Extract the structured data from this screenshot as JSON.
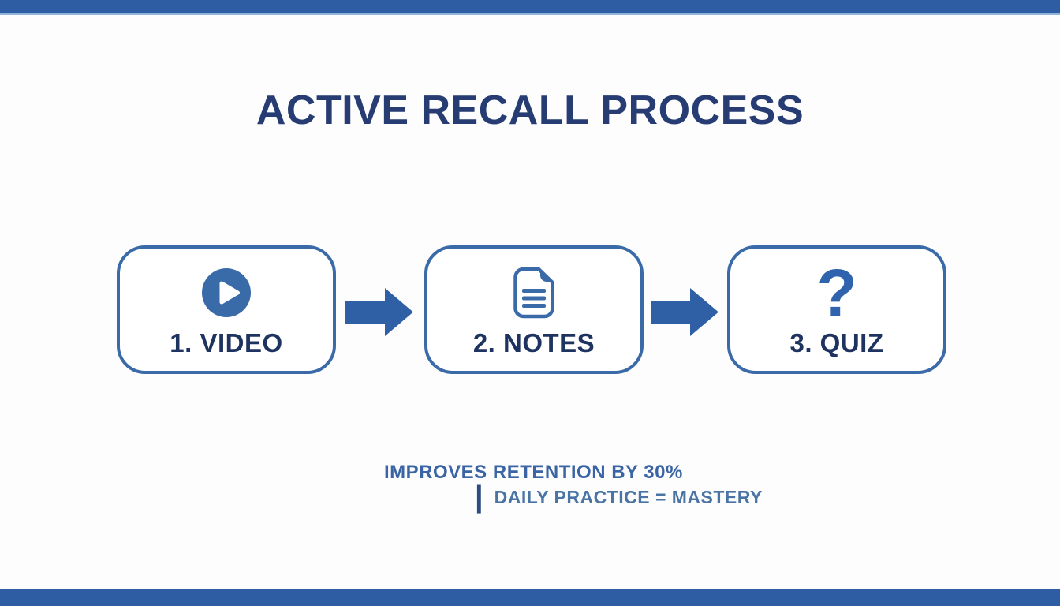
{
  "header": {
    "title": "ACTIVE RECALL PROCESS"
  },
  "steps": [
    {
      "label": "1. VIDEO",
      "icon": "play-icon"
    },
    {
      "label": "2. NOTES",
      "icon": "document-icon"
    },
    {
      "label": "3. QUIZ",
      "icon": "question-mark-icon",
      "glyph": "?"
    }
  ],
  "footer": {
    "line1": "IMPROVES RETENTION BY 30%",
    "separator": "|",
    "line2": "DAILY PRACTICE = MASTERY"
  },
  "colors": {
    "accent_bar_blue": "#2e5da4",
    "accent_bar_edge": "#8fb4da",
    "title_navy": "#263c72",
    "box_border_blue": "#3a6aa8",
    "icon_blue": "#3a6ba9",
    "question_mark_blue": "#2f63ae",
    "label_navy": "#1f3361",
    "arrow_blue": "#2f5fa5",
    "footer_line1_blue": "#3a64a4",
    "footer_line2_blue": "#4a74a4",
    "separator_navy": "#2d4c82",
    "background": "#fdfdfd"
  }
}
